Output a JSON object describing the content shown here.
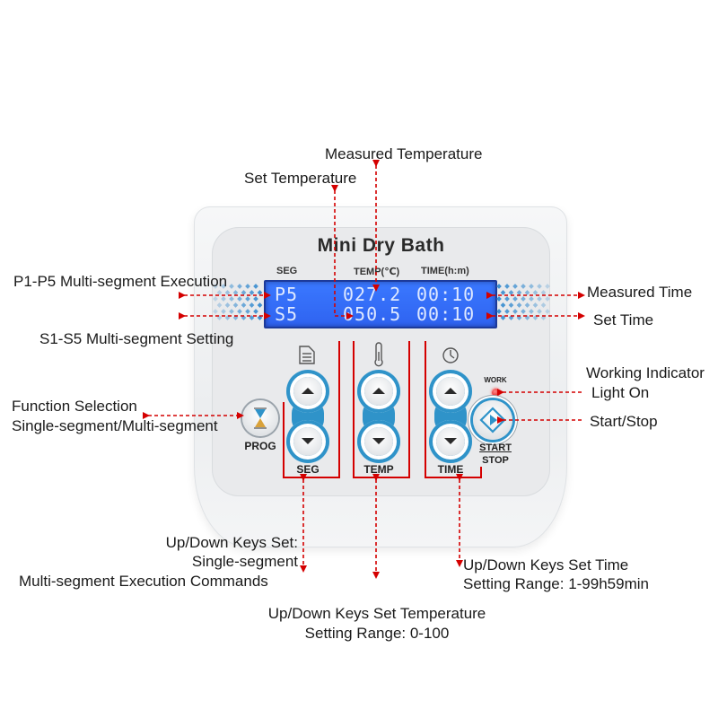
{
  "device": {
    "brand": "Mini Dry Bath",
    "headers": {
      "seg": "SEG",
      "temp": "TEMP(℃)",
      "time": "TIME(h:m)"
    },
    "lcd": {
      "row1": {
        "seg": "P5",
        "temp": "027.2",
        "time": "00:10"
      },
      "row2": {
        "seg": "S5",
        "temp": "050.5",
        "time": "00:10"
      }
    },
    "buttons": {
      "prog": "PROG",
      "seg": "SEG",
      "temp": "TEMP",
      "time": "TIME",
      "work": "WORK",
      "start": "START",
      "stop": "STOP"
    },
    "icons": [
      "document-icon",
      "thermometer-icon",
      "clock-icon",
      "hourglass-icon",
      "diamond-play-icon"
    ],
    "colors": {
      "accent": "#2f93c9",
      "lcd": "#3a78ff",
      "annotation": "#d40000",
      "led": "#e00000"
    }
  },
  "callouts": {
    "measured_temperature": "Measured Temperature",
    "set_temperature": "Set Temperature",
    "p1p5": "P1-P5 Multi-segment Execution",
    "s1s5": "S1-S5 Multi-segment Setting",
    "measured_time": "Measured Time",
    "set_time": "Set Time",
    "working_indicator_1": "Working Indicator",
    "working_indicator_2": "Light On",
    "start_stop": "Start/Stop",
    "function_selection_1": "Function Selection",
    "function_selection_2": "Single-segment/Multi-segment",
    "seg_keys_1": "Up/Down Keys Set:",
    "seg_keys_2": "Single-segment",
    "seg_keys_3": "Multi-segment Execution Commands",
    "time_keys_1": "Up/Down Keys Set Time",
    "time_keys_2": "Setting Range: 1-99h59min",
    "temp_keys_1": "Up/Down Keys Set Temperature",
    "temp_keys_2": "Setting Range: 0-100"
  }
}
